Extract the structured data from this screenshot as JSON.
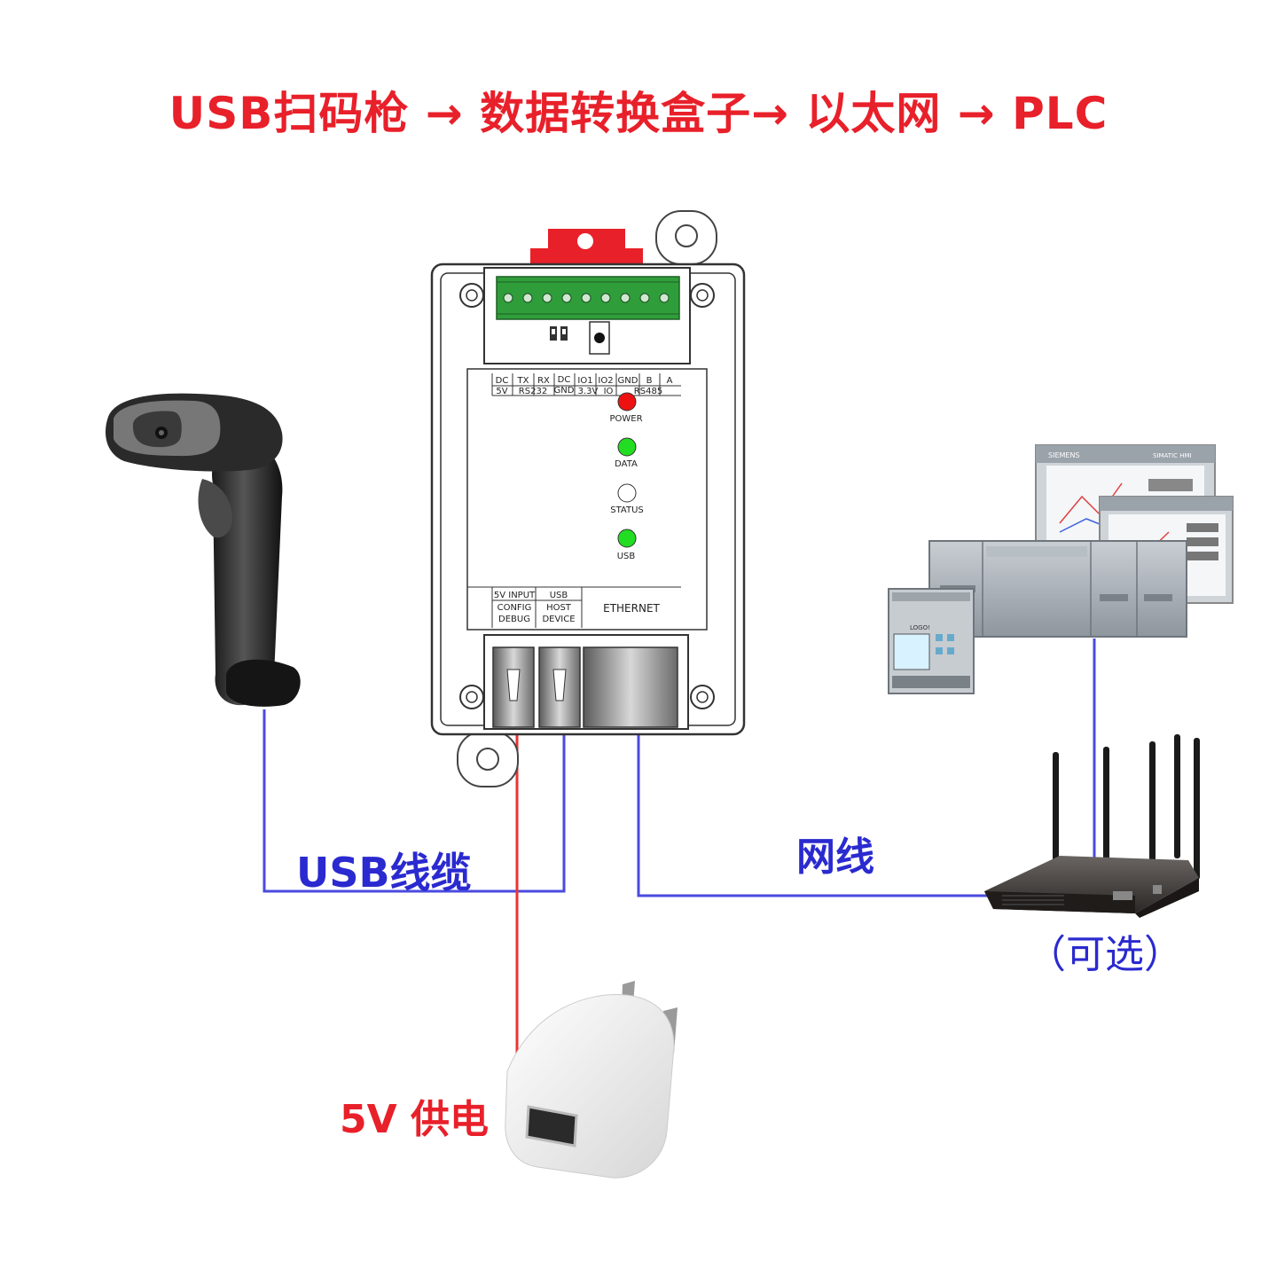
{
  "title": "USB扫码枪 → 数据转换盒子→ 以太网 → PLC",
  "labels": {
    "usb_cable": "USB线缆",
    "network_cable": "网线",
    "optional": "（可选）",
    "power": "5V 供电"
  },
  "terminal": {
    "row1": [
      "DC",
      "TX",
      "RX",
      "DC",
      "IO1",
      "IO2",
      "GND",
      "B",
      "A"
    ],
    "row2": [
      "5V",
      "RS232",
      "GND",
      "3.3V",
      "IO",
      "RS485"
    ]
  },
  "leds": [
    {
      "label": "POWER",
      "color": "#ee1111"
    },
    {
      "label": "DATA",
      "color": "#22dd22"
    },
    {
      "label": "STATUS",
      "color": "#ffffff"
    },
    {
      "label": "USB",
      "color": "#22dd22"
    }
  ],
  "ports": {
    "p1": [
      "5V INPUT",
      "CONFIG",
      "DEBUG"
    ],
    "p2": [
      "USB",
      "HOST",
      "DEVICE"
    ],
    "p3": "ETHERNET"
  },
  "hmi_text": {
    "brand": "SIEMENS",
    "model": "SIMATIC HMI",
    "logo": "LOGO!"
  },
  "colors": {
    "red": "#e8202a",
    "blue": "#2a2ad0",
    "wire_blue": "#4a4ae0",
    "wire_red": "#ee3333",
    "terminal_green": "#2f9e3a"
  }
}
